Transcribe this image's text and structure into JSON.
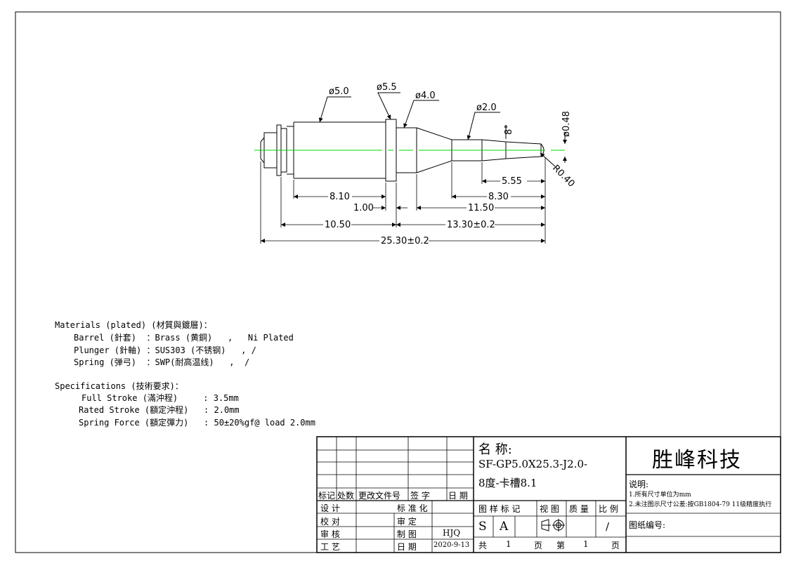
{
  "dimensions": {
    "d_barrel": "ø5.0",
    "d_flange": "ø5.5",
    "d_plunger": "ø4.0",
    "d_shaft": "ø2.0",
    "angle": "8°",
    "d_tip": "ø0.48",
    "radius": "R0.40",
    "len_5_55": "5.55",
    "len_8_10": "8.10",
    "len_8_30": "8.30",
    "len_1_00": "1.00",
    "len_11_50": "11.50",
    "len_10_50": "10.50",
    "len_13_30": "13.30±0.2",
    "len_total": "25.30±0.2"
  },
  "materials": {
    "heading": "Materials (plated) (材質與鍍層)：",
    "barrel": "Barrel (針套)  ：Brass (黄銅)   ,   Ni Plated",
    "plunger": "Plunger (針軸) ：SUS303 (不锈钢)   , /",
    "spring": "Spring (弹弓)  ：SWP(耐高温线)   ,  /"
  },
  "specifications": {
    "heading": "Specifications (技術要求)：",
    "full_stroke": "Full Stroke (滿沖程)     : 3.5mm",
    "rated_stroke": "Rated Stroke (額定沖程)   : 2.0mm",
    "spring_force": "Spring Force (額定彈力)   : 50±20%gf@ load 2.0mm"
  },
  "title_block": {
    "rev_headers": [
      "标记",
      "处数",
      "更改文件号",
      "签  字",
      "日 期"
    ],
    "design": "设  计",
    "check": "校  对",
    "review": "审  核",
    "process": "工  艺",
    "standardize": "标 准 化",
    "approve": "审  定",
    "drawn": "制  图",
    "drawn_by": "HJQ",
    "date_label": "日  期",
    "date_value": "2020-9-13",
    "name_label": "名 称:",
    "name_line1": "SF-GP5.0X25.3-J2.0-",
    "name_line2": "8度-卡槽8.1",
    "company": "胜峰科技",
    "stage_label": "图 样 标 记",
    "view_label": "视 图",
    "mass_label": "质 量",
    "scale_label": "比 例",
    "stage_s": "S",
    "stage_a": "A",
    "scale_value": "/",
    "notes_title": "说明:",
    "note1": "1.所有尺寸单位为mm",
    "note2": "2.未注图示尺寸公差:按GB1804-79 11级精度执行",
    "drawing_no_label": "图纸编号:",
    "total_label": "共",
    "total_value": "1",
    "page_unit": "页",
    "sheet_label": "第",
    "sheet_value": "1",
    "sheet_unit": "页"
  }
}
